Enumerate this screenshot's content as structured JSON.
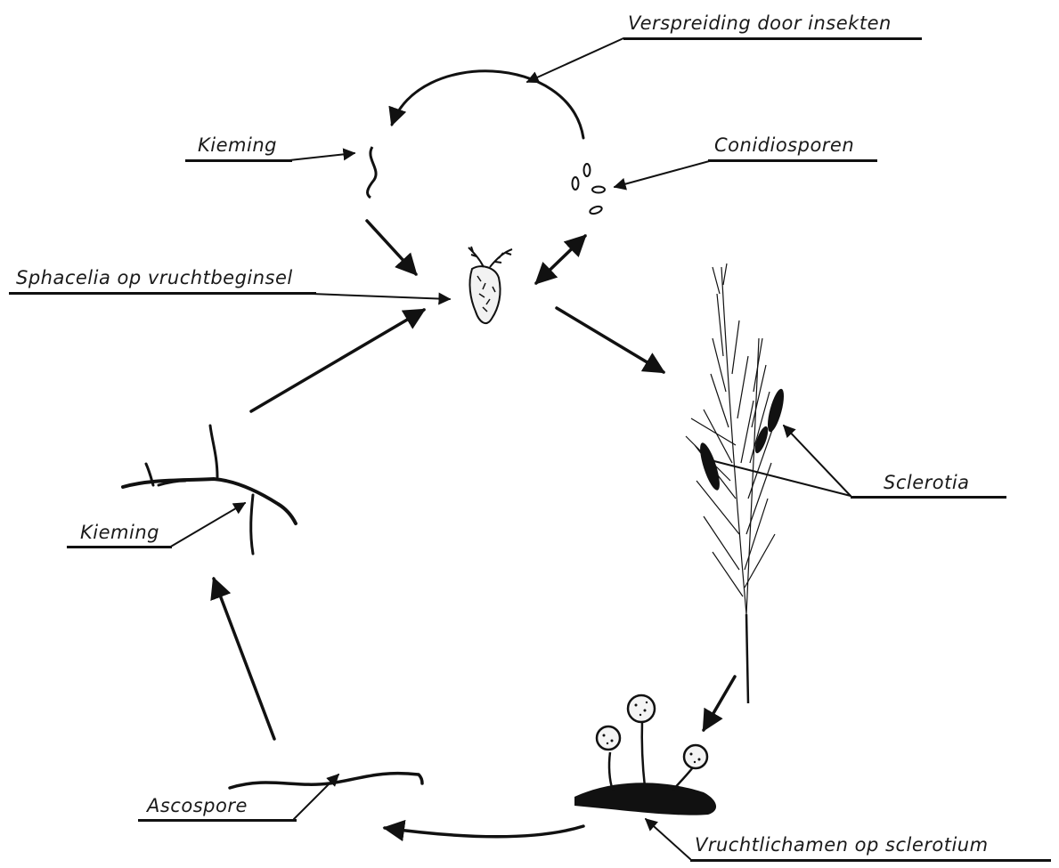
{
  "labels": {
    "verspreiding": "Verspreiding door insekten",
    "kieming_top": "Kieming",
    "conidiosporen": "Conidiosporen",
    "sphacelia": "Sphacelia op vruchtbeginsel",
    "sclerotia": "Sclerotia",
    "kieming_left": "Kieming",
    "ascospore": "Ascospore",
    "vruchtlichamen": "Vruchtlichamen op sclerotium"
  },
  "colors": {
    "ink": "#111111",
    "paper": "#ffffff"
  }
}
